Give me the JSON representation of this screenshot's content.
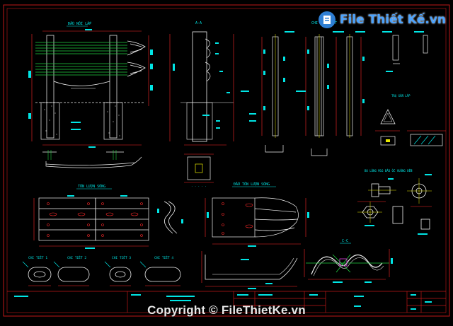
{
  "watermark": {
    "brand": "File Thiết Kế.vn",
    "copyright": "Copyright © FileThietKe.vn"
  },
  "colors": {
    "bg": "#000000",
    "frame": "#c01818",
    "dim": "#ff2a2a",
    "cyan": "#00e5e5",
    "white": "#f0f0f0",
    "green": "#20d040",
    "yellow": "#e8e800",
    "magenta": "#e040e0"
  },
  "labels": {
    "elevation": "ĐẦU NỐI LẮP",
    "section_aa": "A-A",
    "post_detail": "CHI TIẾT CỘT",
    "plan": "TÔN LƯỢN SÓNG",
    "end_plan": "ĐẦU TÔN LƯỢN SÓNG",
    "bolt_title": "BU LÔNG M16 ĐẦU ỐC VUÔNG ĐẾN",
    "sign_title": "TRỤ GẮN LẮP",
    "section_cc": "C-C",
    "detail_1": "CHI TIẾT 1",
    "detail_2": "CHI TIẾT 2",
    "detail_3": "CHI TIẾT 3",
    "detail_4": "CHI TIẾT 4"
  }
}
